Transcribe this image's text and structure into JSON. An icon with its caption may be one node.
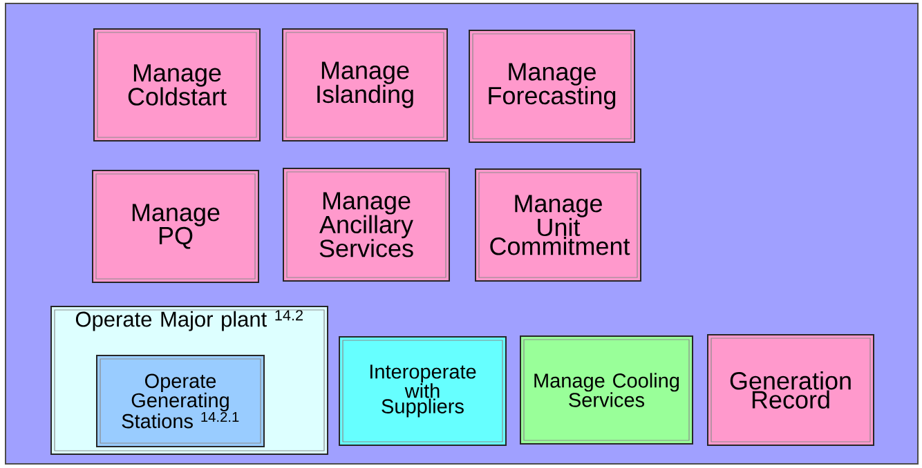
{
  "diagram": {
    "nodes": [
      {
        "text": [
          "Manage Coldstart"
        ]
      },
      {
        "text": [
          "Manage Islanding"
        ]
      },
      {
        "text": [
          "Manage Forecasting"
        ]
      },
      {
        "text": [
          "Manage PQ"
        ]
      },
      {
        "text": [
          "Manage Ancillary Services"
        ]
      },
      {
        "text": [
          "Manage Unit Commitment"
        ]
      },
      {
        "text": [
          "Operate Major plant $^{14.2}$"
        ]
      },
      {
        "text": [
          "Operate Generating Stations $^{14.2.1}$"
        ],
        "in": 6
      },
      {
        "text": [
          "Interoperate with Suppliers"
        ]
      },
      {
        "text": [
          "Manage Cooling Services"
        ]
      },
      {
        "text": [
          "Generation Record"
        ]
      }
    ]
  }
}
